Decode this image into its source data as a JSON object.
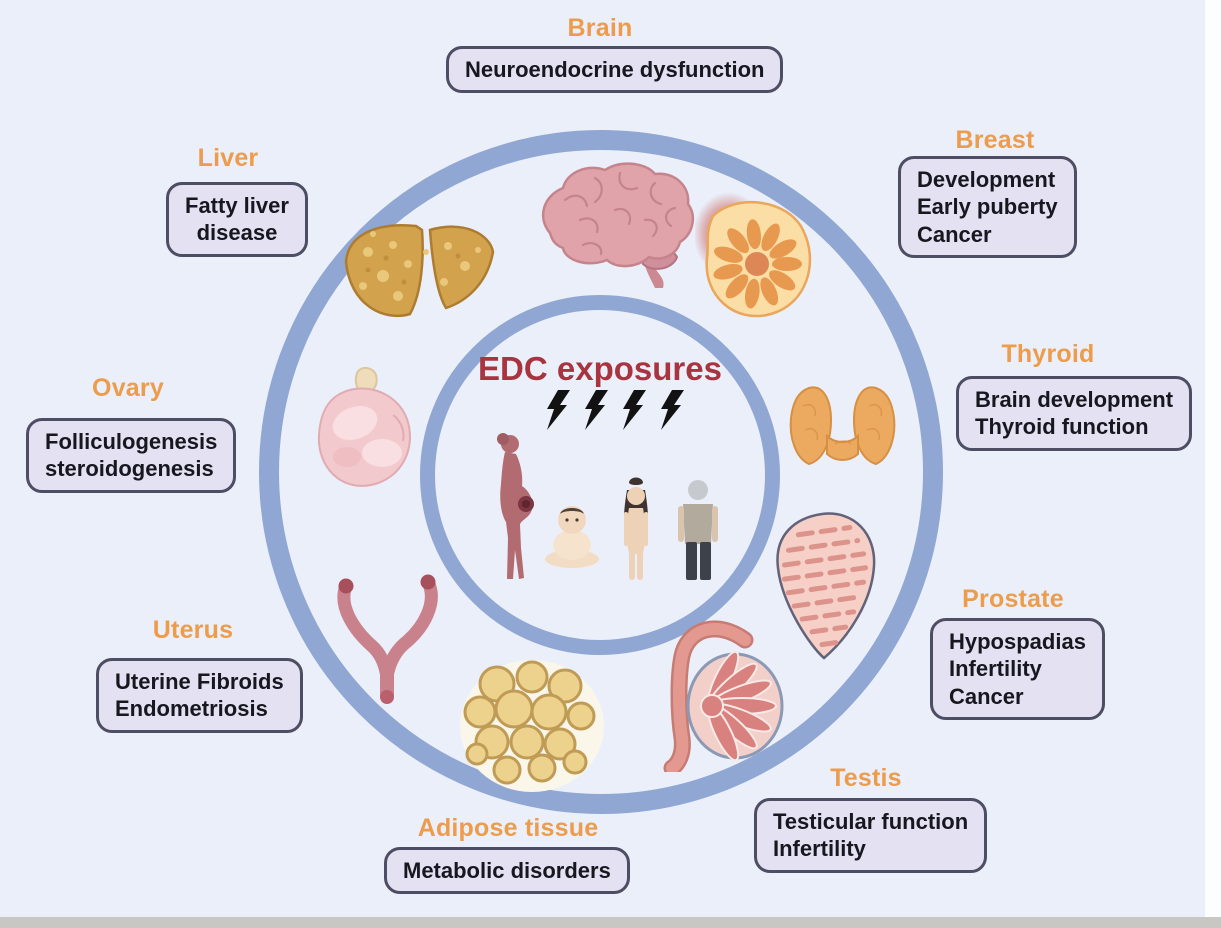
{
  "center": {
    "title": "EDC exposures",
    "bolt_icon": "lightning-bolt-icon",
    "figures": [
      "pregnant-woman-figure",
      "baby-figure",
      "adult-woman-figure",
      "adult-man-figure"
    ]
  },
  "colors": {
    "background": "#eaeffa",
    "ring": "#8fa7d2",
    "organ_label": "#ec9c4b",
    "box_background": "#e4e1f2",
    "box_border": "#4d4d63",
    "title_red": "#a83440"
  },
  "organs": [
    {
      "id": "brain",
      "label": "Brain",
      "icon": "brain-icon",
      "effects": [
        "Neuroendocrine dysfunction"
      ]
    },
    {
      "id": "breast",
      "label": "Breast",
      "icon": "breast-icon",
      "effects": [
        "Development",
        "Early puberty",
        "Cancer"
      ]
    },
    {
      "id": "thyroid",
      "label": "Thyroid",
      "icon": "thyroid-icon",
      "effects": [
        "Brain development",
        "Thyroid function"
      ]
    },
    {
      "id": "prostate",
      "label": "Prostate",
      "icon": "prostate-icon",
      "effects": [
        "Hypospadias",
        "Infertility",
        "Cancer"
      ]
    },
    {
      "id": "testis",
      "label": "Testis",
      "icon": "testis-icon",
      "effects": [
        "Testicular function",
        "Infertility"
      ]
    },
    {
      "id": "adipose",
      "label": "Adipose tissue",
      "icon": "adipose-tissue-icon",
      "effects": [
        "Metabolic disorders"
      ]
    },
    {
      "id": "uterus",
      "label": "Uterus",
      "icon": "uterus-icon",
      "effects": [
        "Uterine Fibroids",
        "Endometriosis"
      ]
    },
    {
      "id": "ovary",
      "label": "Ovary",
      "icon": "ovary-icon",
      "effects": [
        "Folliculogenesis",
        "steroidogenesis"
      ]
    },
    {
      "id": "liver",
      "label": "Liver",
      "icon": "liver-icon",
      "effects": [
        "Fatty liver",
        "disease"
      ]
    }
  ]
}
